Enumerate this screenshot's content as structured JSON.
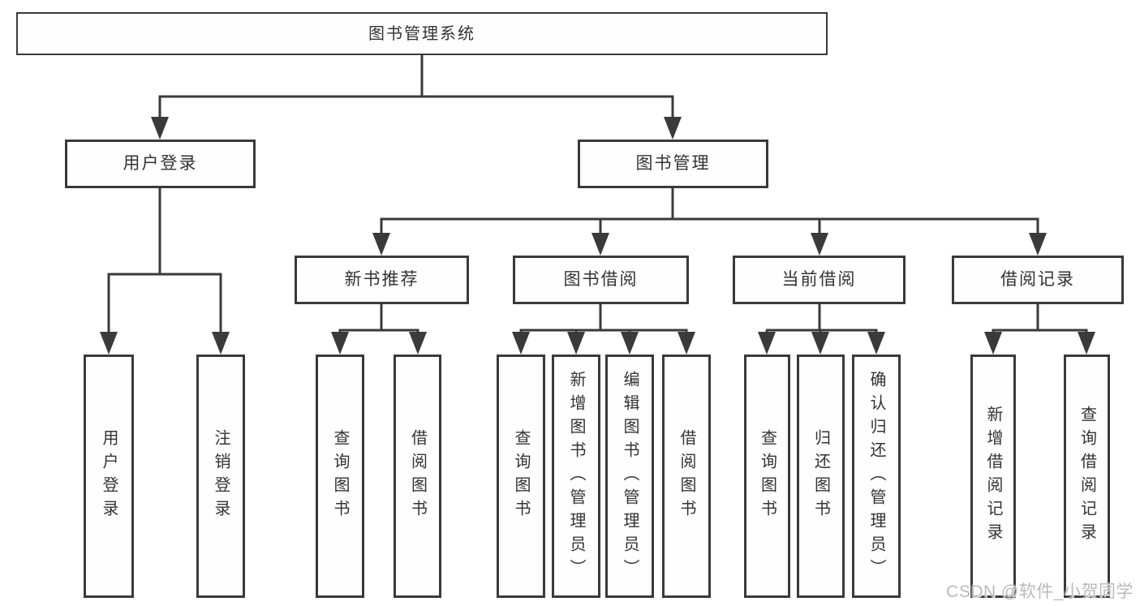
{
  "diagram": {
    "root": {
      "label": "图书管理系统"
    },
    "login_branch": {
      "label": "用户登录",
      "leaves": [
        "用户登录",
        "注销登录"
      ]
    },
    "mgmt_branch": {
      "label": "图书管理",
      "sections": [
        {
          "label": "新书推荐",
          "leaves": [
            "查询图书",
            "借阅图书"
          ]
        },
        {
          "label": "图书借阅",
          "leaves": [
            "查询图书",
            "新增图书（管理员）",
            "编辑图书（管理员）",
            "借阅图书"
          ]
        },
        {
          "label": "当前借阅",
          "leaves": [
            "查询图书",
            "归还图书",
            "确认归还（管理员）"
          ]
        },
        {
          "label": "借阅记录",
          "leaves": [
            "新增借阅记录",
            "查询借阅记录"
          ]
        }
      ]
    }
  },
  "watermark": "CSDN @软件_小贺同学",
  "colors": {
    "line": "#3a3a3a",
    "text": "#333333",
    "watermark": "#b9b9b9",
    "background": "#ffffff"
  }
}
